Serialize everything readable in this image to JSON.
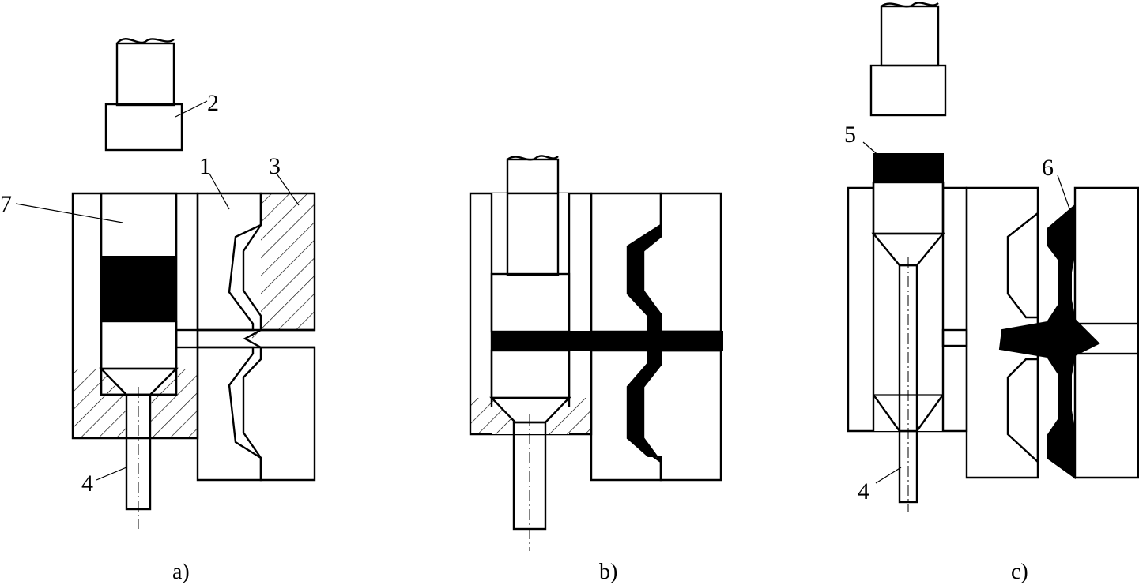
{
  "panels": [
    {
      "caption": "a)"
    },
    {
      "caption": "b)"
    },
    {
      "caption": "c)"
    }
  ],
  "labels": {
    "part_1": "1",
    "part_2": "2",
    "part_3": "3",
    "part_4": "4",
    "part_5": "5",
    "part_6": "6",
    "part_7": "7"
  },
  "colors": {
    "line": "#000000",
    "fill_metal": "#000000",
    "background": "#ffffff"
  }
}
